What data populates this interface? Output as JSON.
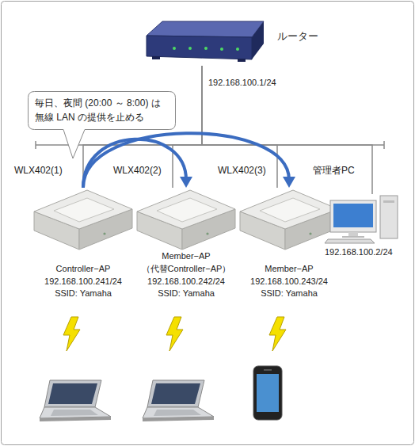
{
  "diagram": {
    "nodes": [
      {
        "text": [
          "ルーター",
          "192.168.100.1/24"
        ]
      },
      {
        "text": [
          "毎日、夜間 (20:00 ～ 8:00) は 無線 LAN の提供を止める"
        ]
      },
      {
        "text": [
          "WLX402(1)",
          "Controller−AP",
          "192.168.100.241/24",
          "SSID: Yamaha"
        ]
      },
      {
        "text": [
          "WLX402(2)",
          "Member−AP",
          "（代替Controller−AP）",
          "192.168.100.242/24",
          "SSID: Yamaha"
        ]
      },
      {
        "text": [
          "WLX402(3)",
          "Member−AP",
          "192.168.100.243/24",
          "SSID: Yamaha"
        ]
      },
      {
        "text": [
          "管理者PC",
          "192.168.100.2/24"
        ]
      }
    ],
    "edges": [
      {
        "from": 0,
        "to": 2,
        "arrow": "none"
      },
      {
        "from": 0,
        "to": 3,
        "arrow": "none"
      },
      {
        "from": 0,
        "to": 4,
        "arrow": "none"
      },
      {
        "from": 0,
        "to": 5,
        "arrow": "none"
      },
      {
        "from": 2,
        "to": 3,
        "arrow": "to"
      },
      {
        "from": 2,
        "to": 4,
        "arrow": "to"
      }
    ]
  }
}
